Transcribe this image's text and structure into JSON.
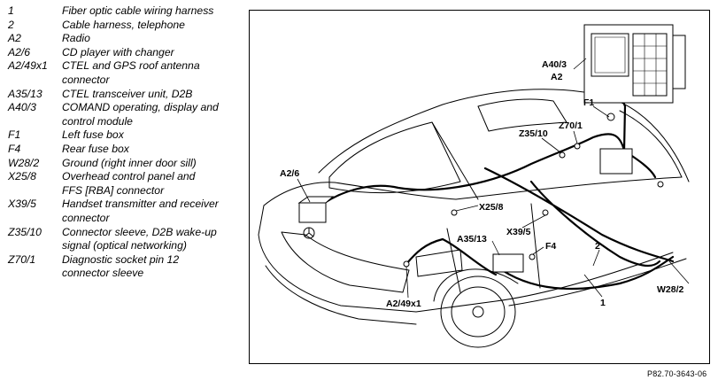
{
  "legend": [
    {
      "code": "1",
      "desc": "Fiber optic cable wiring harness"
    },
    {
      "code": "2",
      "desc": "Cable harness, telephone"
    },
    {
      "code": "A2",
      "desc": "Radio"
    },
    {
      "code": "A2/6",
      "desc": "CD player with changer"
    },
    {
      "code": "A2/49x1",
      "desc": "CTEL and GPS roof antenna\nconnector"
    },
    {
      "code": "A35/13",
      "desc": "CTEL transceiver unit, D2B"
    },
    {
      "code": "A40/3",
      "desc": "COMAND operating, display and\ncontrol module"
    },
    {
      "code": "F1",
      "desc": "Left fuse box"
    },
    {
      "code": "F4",
      "desc": "Rear fuse box"
    },
    {
      "code": "W28/2",
      "desc": "Ground (right inner door sill)"
    },
    {
      "code": "X25/8",
      "desc": "Overhead control panel and\nFFS [RBA] connector"
    },
    {
      "code": "X39/5",
      "desc": "Handset transmitter and receiver\nconnector"
    },
    {
      "code": "Z35/10",
      "desc": "Connector sleeve, D2B wake-up\nsignal (optical networking)"
    },
    {
      "code": "Z70/1",
      "desc": "Diagnostic socket pin 12\nconnector sleeve"
    }
  ],
  "callouts": {
    "a40_3": "A40/3",
    "a2": "A2",
    "f1": "F1",
    "z70_1": "Z70/1",
    "z35_10": "Z35/10",
    "a2_6": "A2/6",
    "x25_8": "X25/8",
    "x39_5": "X39/5",
    "a35_13": "A35/13",
    "f4": "F4",
    "n2": "2",
    "a2_49x1": "A2/49x1",
    "n1": "1",
    "w28_2": "W28/2"
  },
  "figure_id": "P82.70-3643-06"
}
